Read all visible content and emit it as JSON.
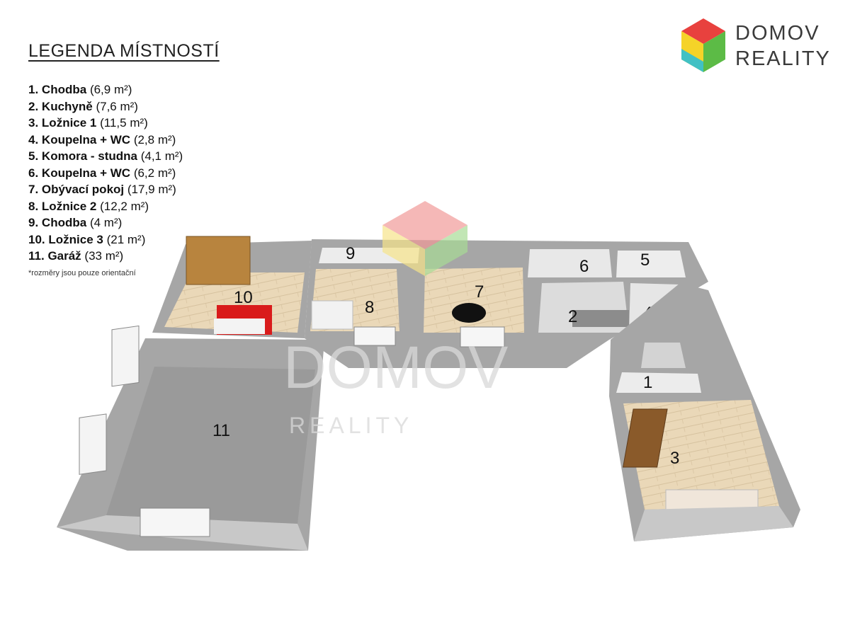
{
  "legend": {
    "title": "LEGENDA MÍSTNOSTÍ",
    "items": [
      {
        "num": "1.",
        "name": "Chodba",
        "area": "(6,9 m²)"
      },
      {
        "num": "2.",
        "name": "Kuchyně",
        "area": "(7,6 m²)"
      },
      {
        "num": "3.",
        "name": "Ložnice 1",
        "area": "(11,5 m²)"
      },
      {
        "num": "4.",
        "name": "Koupelna + WC",
        "area": "(2,8 m²)"
      },
      {
        "num": "5.",
        "name": "Komora - studna",
        "area": "(4,1 m²)"
      },
      {
        "num": "6.",
        "name": "Koupelna + WC",
        "area": "(6,2 m²)"
      },
      {
        "num": "7.",
        "name": "Obývací pokoj",
        "area": "(17,9 m²)"
      },
      {
        "num": "8.",
        "name": "Ložnice 2",
        "area": "(12,2 m²)"
      },
      {
        "num": "9.",
        "name": "Chodba",
        "area": " (4 m²)"
      },
      {
        "num": "10.",
        "name": "Ložnice 3",
        "area": " (21 m²)"
      },
      {
        "num": "11.",
        "name": "Garáž",
        "area": " (33 m²)"
      }
    ],
    "note": "*rozměry jsou pouze orientační"
  },
  "brand": {
    "line1": "DOMOV",
    "line2": "REALITY",
    "colors": {
      "top": "#e8413e",
      "left": "#f5d328",
      "right": "#5cbb46",
      "bottom": "#41c1c4"
    }
  },
  "plan": {
    "room_labels": {
      "r1": "1",
      "r2": "2",
      "r3": "3",
      "r4": "4",
      "r5": "5",
      "r6": "6",
      "r7": "7",
      "r8": "8",
      "r9": "9",
      "r10": "10",
      "r11": "11"
    },
    "watermark": {
      "line1": "DOMOV",
      "line2": "REALITY"
    },
    "colors": {
      "wall": "#a6a6a6",
      "wall_top": "#c8c8c8",
      "wood_floor": "#ead8b8",
      "garage_floor": "#9a9a9a",
      "tile_floor": "#e6e6e6",
      "bed_red": "#d91b1b"
    }
  }
}
